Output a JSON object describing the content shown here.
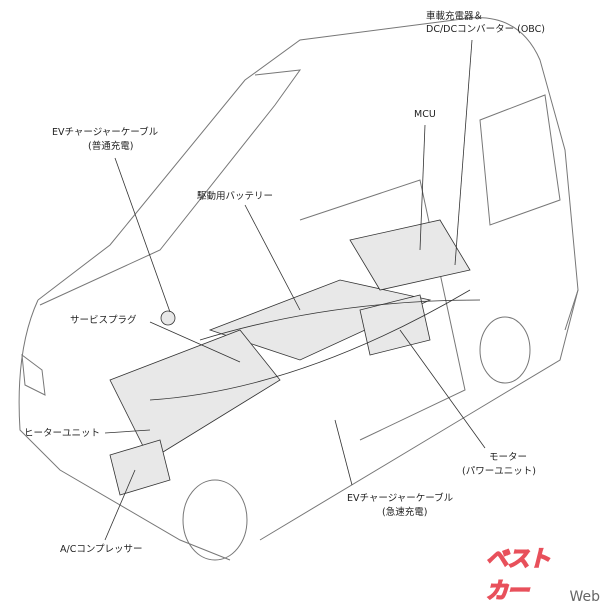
{
  "labels": {
    "obc_line1": "車載充電器＆",
    "obc_line2": "DC/DCコンバーター (OBC)",
    "mcu": "MCU",
    "normal_charge_line1": "EVチャージャーケーブル",
    "normal_charge_line2": "(普通充電)",
    "battery": "駆動用バッテリー",
    "service_plug": "サービスプラグ",
    "heater": "ヒーターユニット",
    "ac_compressor": "A/Cコンプレッサー",
    "motor_line1": "モーター",
    "motor_line2": "(パワーユニット)",
    "quick_charge_line1": "EVチャージャーケーブル",
    "quick_charge_line2": "(急速充電)"
  },
  "watermark": {
    "brand": "ベストカー",
    "suffix": "Web",
    "color": "#e8505b"
  }
}
